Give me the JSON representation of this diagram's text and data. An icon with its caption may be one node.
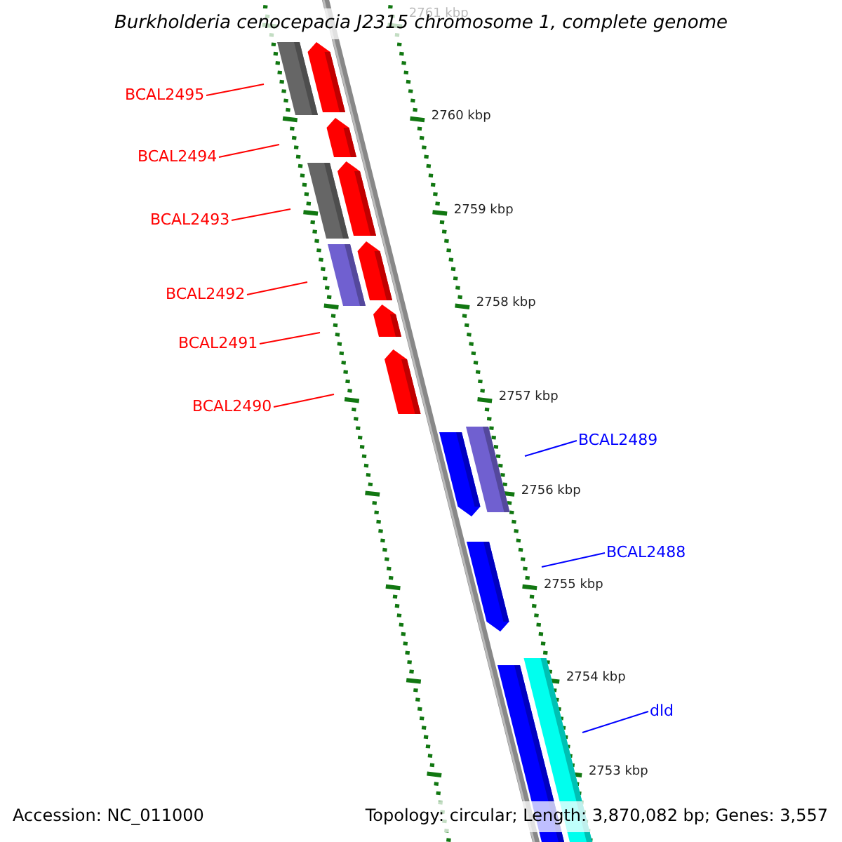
{
  "diagram": {
    "title": "Burkholderia cenocepacia J2315 chromosome 1, complete genome",
    "nodes": [
      {
        "text": [
          "BCAL2495"
        ]
      },
      {
        "text": [
          "BCAL2494"
        ]
      },
      {
        "text": [
          "BCAL2493"
        ]
      },
      {
        "text": [
          "BCAL2492"
        ]
      },
      {
        "text": [
          "BCAL2491"
        ]
      },
      {
        "text": [
          "BCAL2490"
        ]
      },
      {
        "text": [
          "BCAL2489"
        ]
      },
      {
        "text": [
          "BCAL2488"
        ]
      },
      {
        "text": [
          "dld"
        ]
      }
    ],
    "edges": [
      {
        "from": 0,
        "to": null,
        "arrow": "none"
      },
      {
        "from": 1,
        "to": null,
        "arrow": "none"
      },
      {
        "from": 2,
        "to": null,
        "arrow": "none"
      },
      {
        "from": 3,
        "to": null,
        "arrow": "none"
      },
      {
        "from": 4,
        "to": null,
        "arrow": "none"
      },
      {
        "from": 5,
        "to": null,
        "arrow": "none"
      },
      {
        "from": 6,
        "to": null,
        "arrow": "none",
        "color": "#0000ff"
      },
      {
        "from": 7,
        "to": null,
        "arrow": "none",
        "color": "#0000ff"
      },
      {
        "from": 8,
        "to": null,
        "arrow": "none",
        "color": "#0000ff"
      }
    ],
    "labels": [
      "2761 kbp",
      "2760 kbp",
      "2759 kbp",
      "2758 kbp",
      "2757 kbp",
      "2756 kbp",
      "2755 kbp",
      "2754 kbp",
      "2753 kbp",
      "Accession: NC_011000",
      "Topology: circular; Length: 3,870,082 bp; Genes: 3,557"
    ]
  }
}
